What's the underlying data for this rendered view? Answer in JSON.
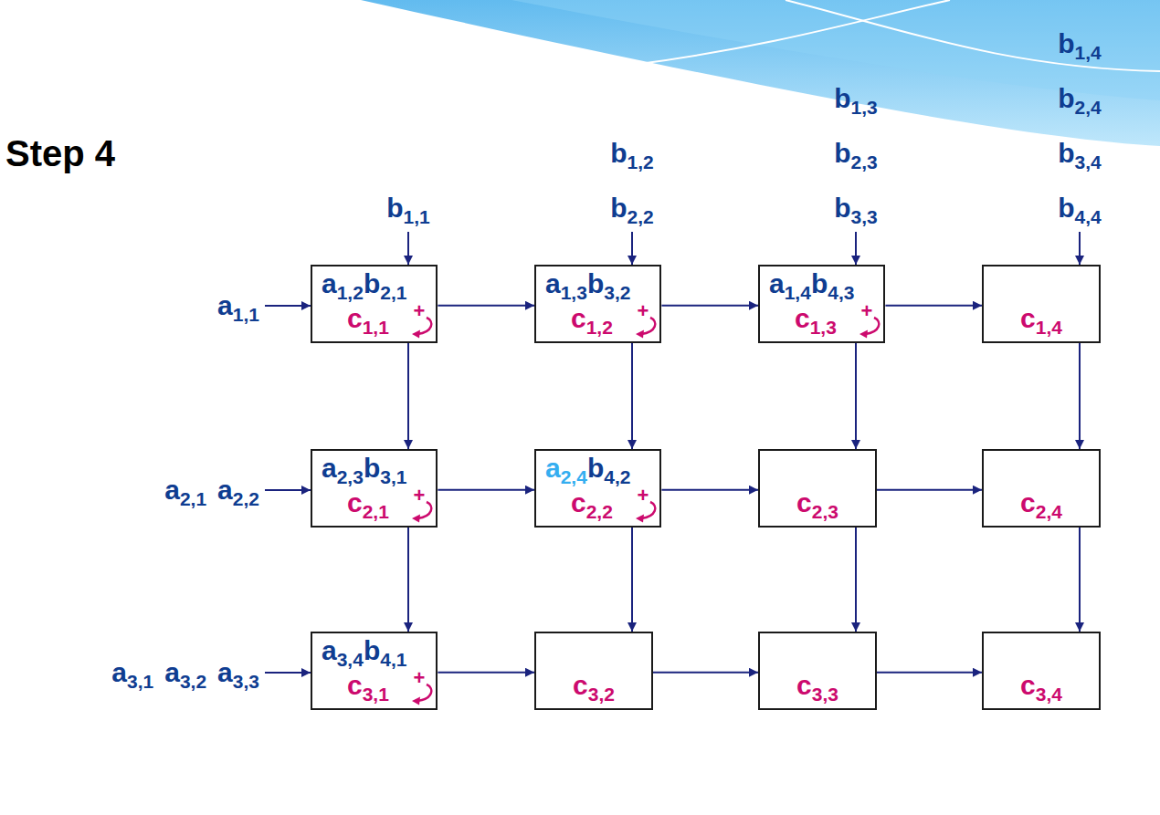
{
  "diagram": {
    "title": "Step 4",
    "nodes": [
      {
        "text": [
          "a1,2b2,1",
          "c1,1",
          "+"
        ]
      },
      {
        "text": [
          "a1,3b3,2",
          "c1,2",
          "+"
        ]
      },
      {
        "text": [
          "a1,4b4,3",
          "c1,3",
          "+"
        ]
      },
      {
        "text": [
          "c1,4"
        ]
      },
      {
        "text": [
          "a2,3b3,1",
          "c2,1",
          "+"
        ]
      },
      {
        "text": [
          "a2,4b4,2",
          "c2,2",
          "+"
        ]
      },
      {
        "text": [
          "c2,3"
        ]
      },
      {
        "text": [
          "c2,4"
        ]
      },
      {
        "text": [
          "a3,4b4,1",
          "c3,1",
          "+"
        ]
      },
      {
        "text": [
          "c3,2"
        ]
      },
      {
        "text": [
          "c3,3"
        ]
      },
      {
        "text": [
          "c3,4"
        ]
      }
    ],
    "edges": [
      {
        "from": 0,
        "to": 1,
        "arrow": "to"
      },
      {
        "from": 1,
        "to": 2,
        "arrow": "to"
      },
      {
        "from": 2,
        "to": 3,
        "arrow": "to"
      },
      {
        "from": 4,
        "to": 5,
        "arrow": "to"
      },
      {
        "from": 5,
        "to": 6,
        "arrow": "to"
      },
      {
        "from": 6,
        "to": 7,
        "arrow": "to"
      },
      {
        "from": 8,
        "to": 9,
        "arrow": "to"
      },
      {
        "from": 9,
        "to": 10,
        "arrow": "to"
      },
      {
        "from": 10,
        "to": 11,
        "arrow": "to"
      },
      {
        "from": 0,
        "to": 4,
        "arrow": "to"
      },
      {
        "from": 1,
        "to": 5,
        "arrow": "to"
      },
      {
        "from": 2,
        "to": 6,
        "arrow": "to"
      },
      {
        "from": 3,
        "to": 7,
        "arrow": "to"
      },
      {
        "from": 4,
        "to": 8,
        "arrow": "to"
      },
      {
        "from": 5,
        "to": 9,
        "arrow": "to"
      },
      {
        "from": 6,
        "to": 10,
        "arrow": "to"
      },
      {
        "from": 7,
        "to": 11,
        "arrow": "to"
      }
    ],
    "labels": [
      "b1,1",
      "b1,2",
      "b2,2",
      "b1,3",
      "b2,3",
      "b3,3",
      "b1,4",
      "b2,4",
      "b3,4",
      "b4,4",
      "a1,1",
      "a2,1",
      "a2,2",
      "a3,1",
      "a3,2",
      "a3,3"
    ]
  }
}
